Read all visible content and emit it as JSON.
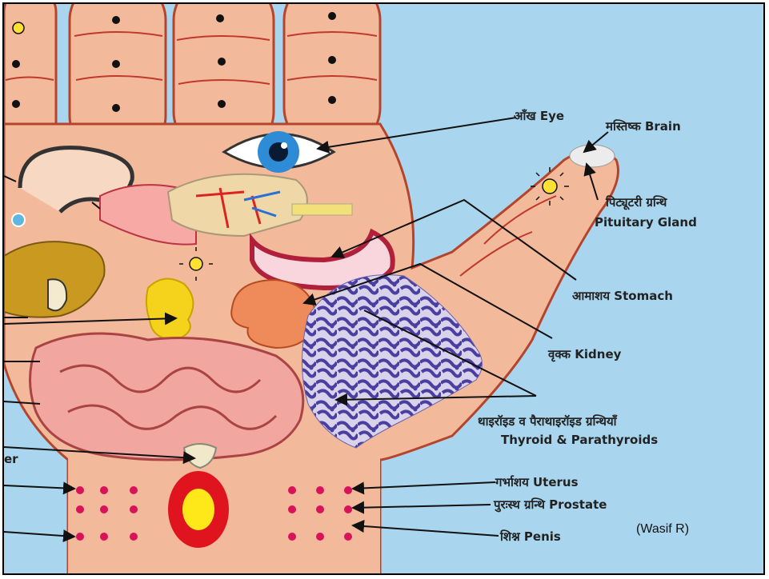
{
  "labels": {
    "eye": "आँख Eye",
    "brain": "मस्तिष्क Brain",
    "pituitary_hi": "पिट्यूटरी ग्रन्थि",
    "pituitary_en": "Pituitary Gland",
    "stomach": "आमाशय Stomach",
    "kidney": "वृक्क Kidney",
    "thyroid_hi": "थाइरॉइड व पैराथाइरॉइड ग्रन्थियाँ",
    "thyroid_en": "Thyroid & Parathyroids",
    "bladder_fragment": "er",
    "uterus": "गर्भाशय Uterus",
    "prostate": "पुरःस्थ ग्रन्थि Prostate",
    "penis": "शिश्न Penis"
  },
  "credit": "(Wasif R)",
  "colors": {
    "background": "#a9d6ee",
    "skin": "#f3b99b",
    "palm_line": "#c0392b",
    "label_text": "#222222",
    "thyroid_pattern": "#4a3fa0"
  }
}
